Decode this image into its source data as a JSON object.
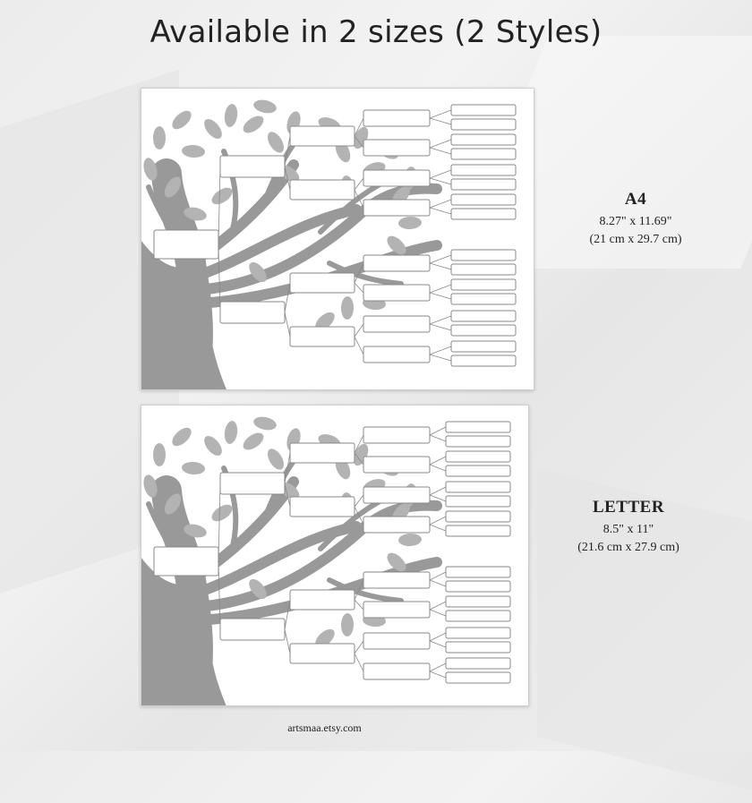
{
  "headline": "Available in 2 sizes (2 Styles)",
  "sizes": [
    {
      "name": "A4",
      "dimension_in": "8.27\" x 11.69\"",
      "dimension_cm": "(21 cm x 29.7 cm)"
    },
    {
      "name": "LETTER",
      "dimension_in": "8.5\" x 11\"",
      "dimension_cm": "(21.6 cm x 27.9 cm)"
    }
  ],
  "footer": "artsmaa.etsy.com",
  "colors": {
    "tree": "#999999",
    "leaf": "#b3b3b3",
    "box_border": "#888888",
    "line": "#888888"
  }
}
